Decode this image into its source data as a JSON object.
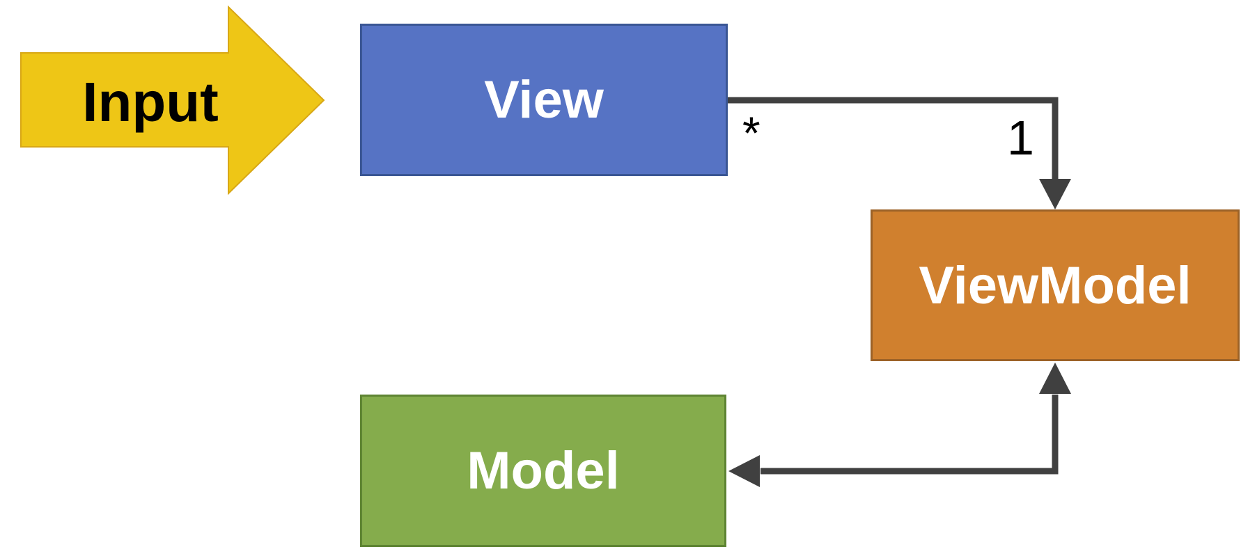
{
  "diagram": {
    "type": "mvvm-architecture",
    "background_color": "#FFFFFF",
    "connector_color": "#404040",
    "nodes": [
      {
        "id": "input-arrow",
        "label": "Input",
        "shape": "right-arrow",
        "fill": "#EEC616",
        "border": "#D8A715",
        "text_color": "#000000"
      },
      {
        "id": "view",
        "label": "View",
        "shape": "rectangle",
        "fill": "#5673C4",
        "border": "#3A5694",
        "text_color": "#FFFFFF"
      },
      {
        "id": "viewmodel",
        "label": "ViewModel",
        "shape": "rectangle",
        "fill": "#D0802E",
        "border": "#9C6227",
        "text_color": "#FFFFFF"
      },
      {
        "id": "model",
        "label": "Model",
        "shape": "rectangle",
        "fill": "#85AC4C",
        "border": "#5E8433",
        "text_color": "#FFFFFF"
      }
    ],
    "edges": [
      {
        "from": "view",
        "to": "viewmodel",
        "style": "elbow",
        "arrowheads": "target",
        "source_multiplicity": "*",
        "target_multiplicity": "1"
      },
      {
        "from": "viewmodel",
        "to": "model",
        "style": "elbow",
        "arrowheads": "both",
        "source_multiplicity": "",
        "target_multiplicity": ""
      }
    ]
  }
}
